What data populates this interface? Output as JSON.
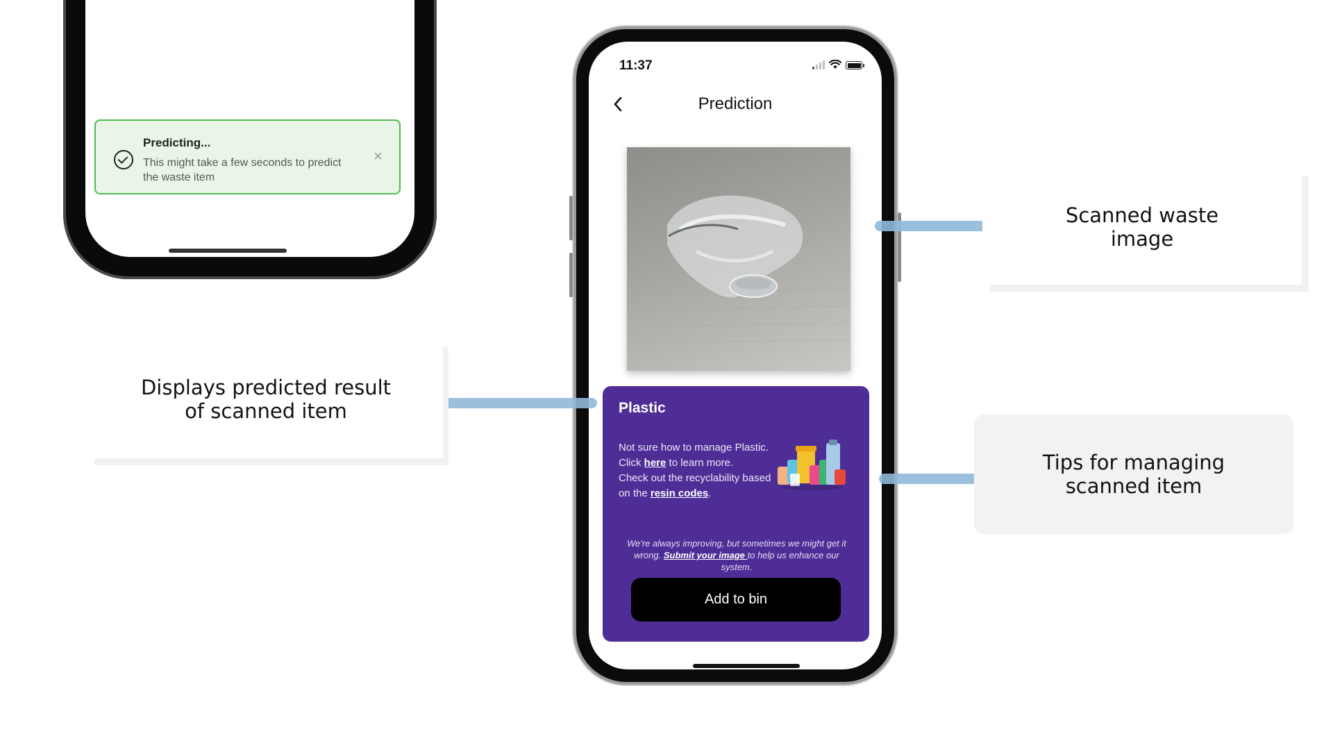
{
  "left_phone": {
    "toast": {
      "title": "Predicting...",
      "message": "This might take a few seconds to predict the waste item",
      "close_glyph": "×",
      "status_color": "#4cbb4a"
    }
  },
  "center_phone": {
    "status_bar": {
      "time": "11:37"
    },
    "nav": {
      "title": "Prediction",
      "back_icon": "chevron-left-icon"
    },
    "result_card": {
      "background": "#4e2e96",
      "title": "Plastic",
      "tip_part1": "Not sure how to manage Plastic. Click ",
      "tip_link1": "here",
      "tip_part2": " to learn more.",
      "tip_part3": "Check out the recyclability based on the ",
      "tip_link2": "resin codes",
      "tip_part4": ".",
      "note_part1": "We're always improving, but sometimes we might get it wrong. ",
      "note_link": "Submit your image ",
      "note_part2": "to help us enhance our system.",
      "button_label": "Add to bin"
    }
  },
  "callouts": {
    "left_line1": "Displays predicted result",
    "left_line2": "of scanned item",
    "right1_line1": "Scanned waste",
    "right1_line2": "image",
    "right2_line1": "Tips for managing",
    "right2_line2": "scanned item",
    "connector_color": "#8fb9da"
  }
}
